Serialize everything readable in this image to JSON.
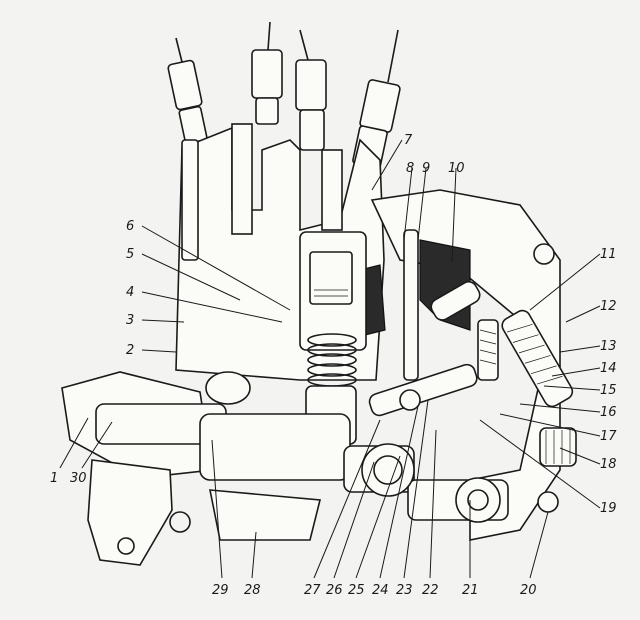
{
  "figure": {
    "callouts": [
      {
        "id": "1",
        "label": "1"
      },
      {
        "id": "2",
        "label": "2"
      },
      {
        "id": "3",
        "label": "3"
      },
      {
        "id": "4",
        "label": "4"
      },
      {
        "id": "5",
        "label": "5"
      },
      {
        "id": "6",
        "label": "6"
      },
      {
        "id": "7",
        "label": "7"
      },
      {
        "id": "8",
        "label": "8"
      },
      {
        "id": "9",
        "label": "9"
      },
      {
        "id": "10",
        "label": "10"
      },
      {
        "id": "11",
        "label": "11"
      },
      {
        "id": "12",
        "label": "12"
      },
      {
        "id": "13",
        "label": "13"
      },
      {
        "id": "14",
        "label": "14"
      },
      {
        "id": "15",
        "label": "15"
      },
      {
        "id": "16",
        "label": "16"
      },
      {
        "id": "17",
        "label": "17"
      },
      {
        "id": "18",
        "label": "18"
      },
      {
        "id": "19",
        "label": "19"
      },
      {
        "id": "20",
        "label": "20"
      },
      {
        "id": "21",
        "label": "21"
      },
      {
        "id": "22",
        "label": "22"
      },
      {
        "id": "23",
        "label": "23"
      },
      {
        "id": "24",
        "label": "24"
      },
      {
        "id": "25",
        "label": "25"
      },
      {
        "id": "26",
        "label": "26"
      },
      {
        "id": "27",
        "label": "27"
      },
      {
        "id": "28",
        "label": "28"
      },
      {
        "id": "29",
        "label": "29"
      },
      {
        "id": "30",
        "label": "30"
      }
    ]
  }
}
